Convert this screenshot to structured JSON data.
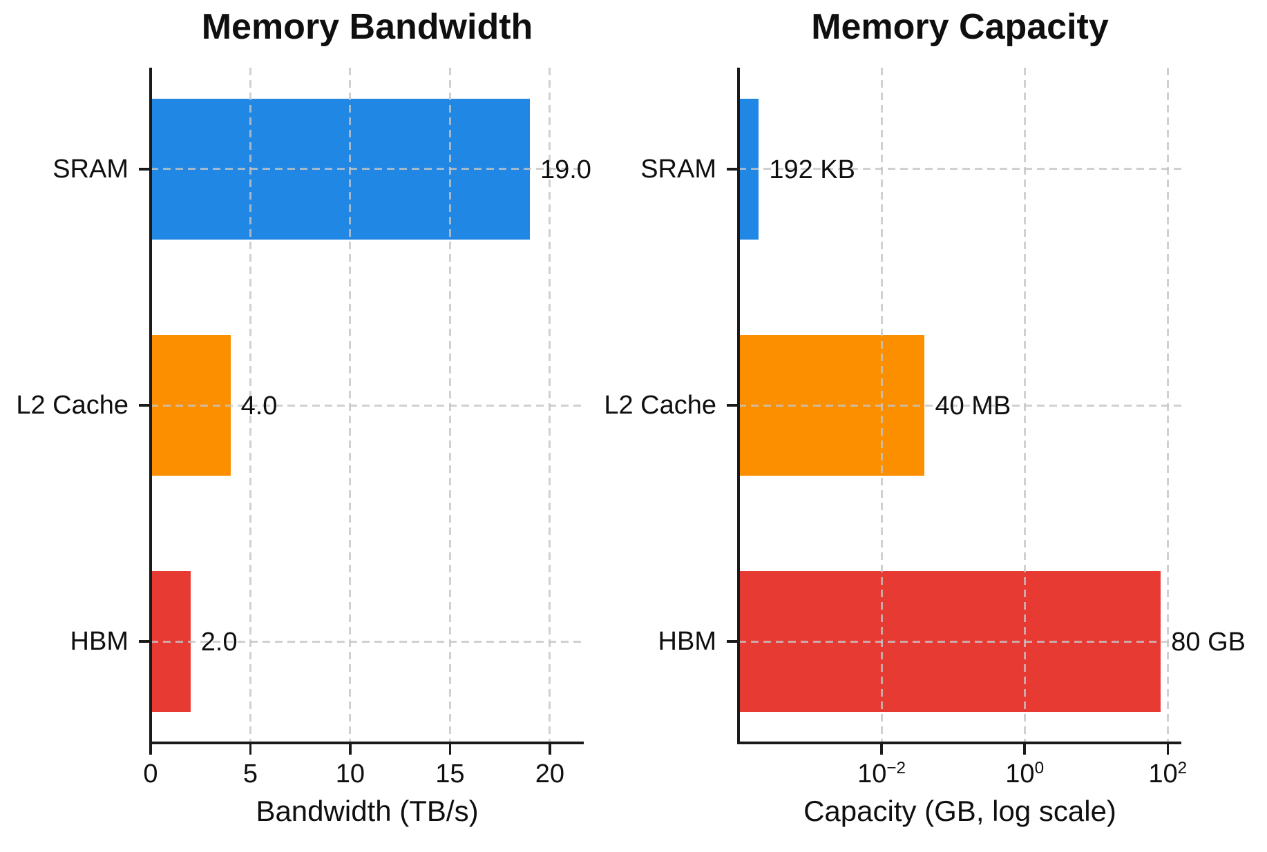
{
  "chart_data": [
    {
      "type": "bar",
      "orientation": "horizontal",
      "title": "Memory Bandwidth",
      "xlabel": "Bandwidth (TB/s)",
      "categories": [
        "SRAM",
        "L2 Cache",
        "HBM"
      ],
      "values": [
        19.0,
        4.0,
        2.0
      ],
      "value_labels": [
        "19.0",
        "4.0",
        "2.0"
      ],
      "bar_colors": [
        "#2187e4",
        "#fb8f00",
        "#e73a33"
      ],
      "xscale": "linear",
      "xlim": [
        0,
        21.7
      ],
      "xticks": [
        {
          "v": 0,
          "label": "0"
        },
        {
          "v": 5,
          "label": "5"
        },
        {
          "v": 10,
          "label": "10"
        },
        {
          "v": 15,
          "label": "15"
        },
        {
          "v": 20,
          "label": "20"
        }
      ],
      "grid": "dashed",
      "legend": "none"
    },
    {
      "type": "bar",
      "orientation": "horizontal",
      "title": "Memory Capacity",
      "xlabel": "Capacity (GB, log scale)",
      "categories": [
        "SRAM",
        "L2 Cache",
        "HBM"
      ],
      "values": [
        0.000192,
        0.04,
        80
      ],
      "value_labels": [
        "192 KB",
        "40 MB",
        "80 GB"
      ],
      "bar_colors": [
        "#2187e4",
        "#fb8f00",
        "#e73a33"
      ],
      "xscale": "log",
      "xlim": [
        0.0001,
        155
      ],
      "xticks": [
        {
          "v": 0.01,
          "label": "10^−2"
        },
        {
          "v": 1,
          "label": "10^0"
        },
        {
          "v": 100,
          "label": "10^2"
        }
      ],
      "grid": "dashed",
      "legend": "none"
    }
  ]
}
